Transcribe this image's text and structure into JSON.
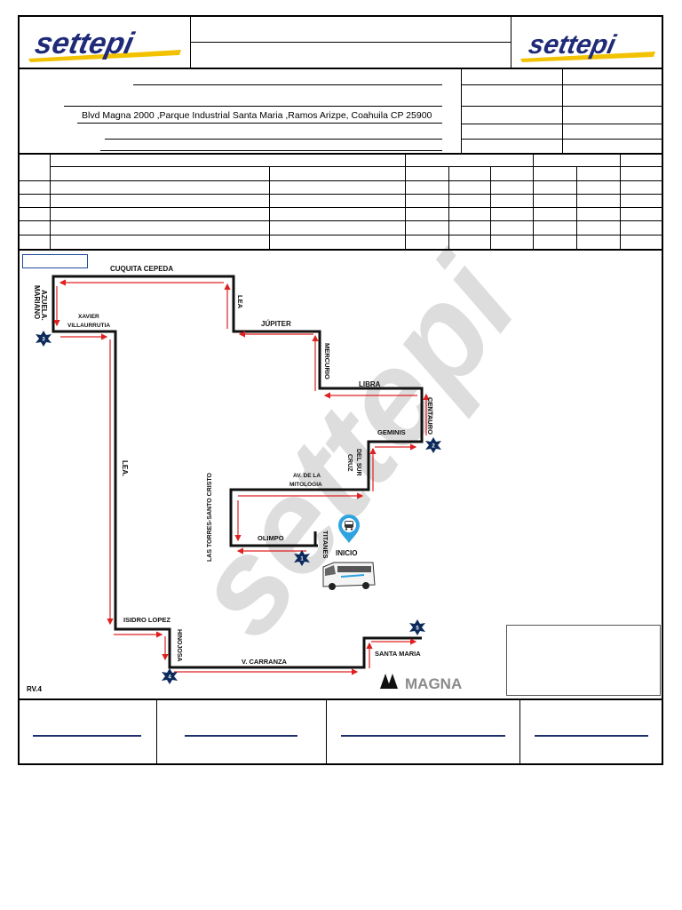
{
  "header": {
    "brand_left": "settepi",
    "brand_right": "settepi",
    "address": "Blvd Magna 2000 ,Parque Industrial Santa Maria ,Ramos Arizpe, Coahuila CP 25900"
  },
  "map": {
    "watermark": "settepi",
    "streets": {
      "cuquita_cepeda": "CUQUITA CEPEDA",
      "mariano": "MARIANO",
      "azuela": "AZUELA.",
      "xavier": "XAVIER",
      "villaurrutia": "VILLAURRUTIA",
      "lea_top": "LEA",
      "jupiter": "JÚPITER",
      "mercurio": "MERCURIO",
      "libra": "LIBRA",
      "centauro": "CENTAURO",
      "geminis": "GEMINIS",
      "cruz": "CRUZ",
      "del_sur": "DEL SUR",
      "av_de_la": "AV. DE LA",
      "mitologia": "MITOLOGIA",
      "lea_main": "LEA.",
      "las_torres": "LAS TORRES-SANTO CRISTO",
      "olimpo": "OLIMPO",
      "titanes": "TITANES",
      "inicio": "INICIO",
      "isidro_lopez": "ISIDRO LOPEZ",
      "hinojosa": "HINOJOSA",
      "v_carranza": "V. CARRANZA",
      "santa_maria": "SANTA MARIA"
    },
    "stops": [
      "1",
      "2",
      "3",
      "4",
      "5"
    ],
    "magna_logo": "MAGNA",
    "revision": "RV.4"
  },
  "colors": {
    "brand_blue": "#1f2a78",
    "brand_yellow": "#f2c200",
    "stop_navy": "#0d2a5c",
    "route_red": "#e02020",
    "pin_blue": "#2fa3e0"
  },
  "icons": {
    "stop_marker": "star-badge-icon",
    "start_pin": "bus-pin-icon",
    "bus": "bus-icon"
  }
}
